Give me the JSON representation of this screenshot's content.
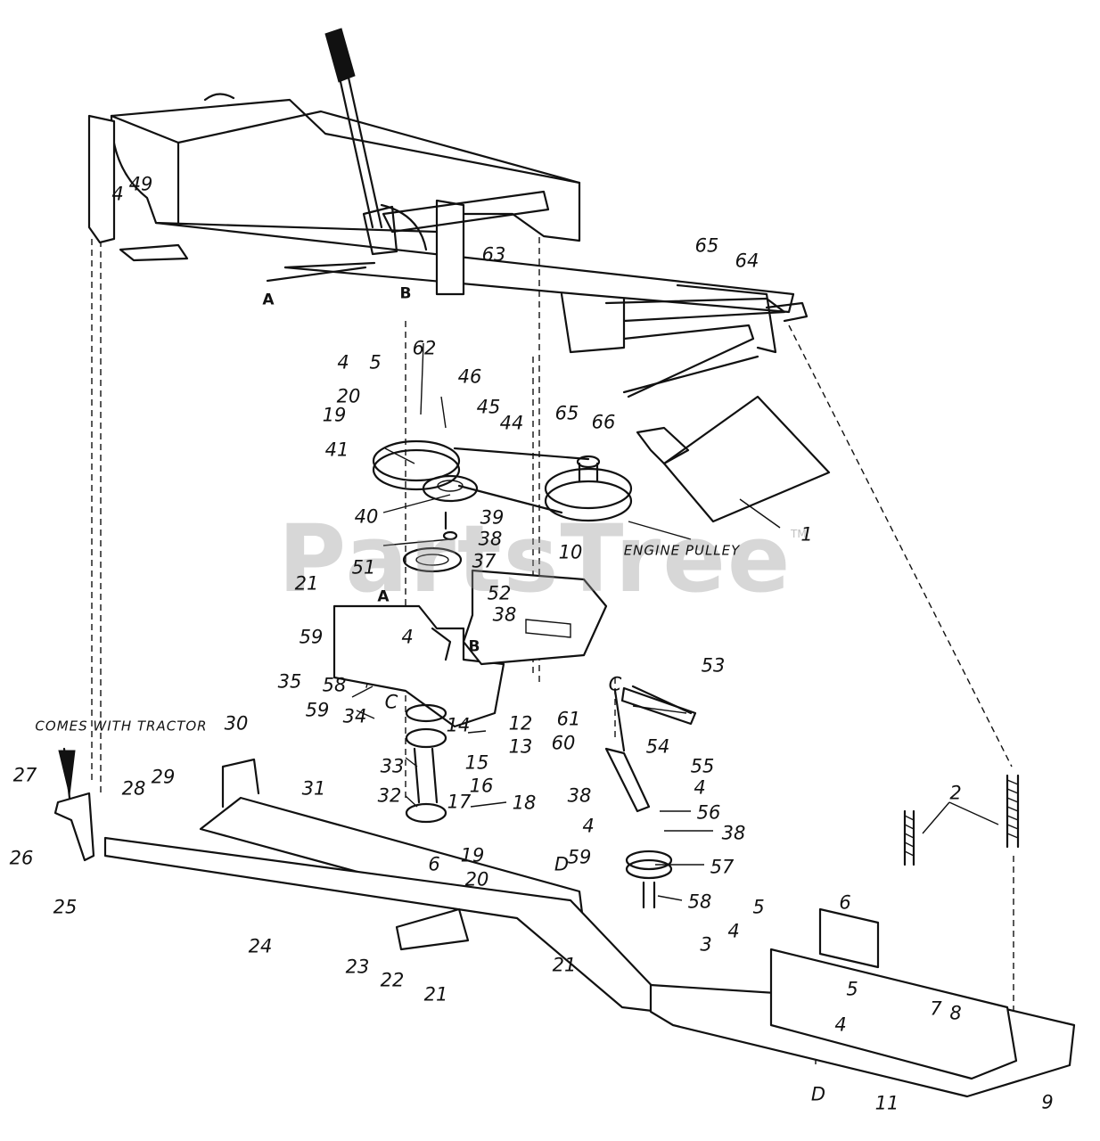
{
  "watermark": {
    "text": "PartsTree",
    "mark": "TM"
  },
  "callouts": {
    "engine_pulley": "ENGINE PULLEY",
    "comes_with_tractor": "COMES WITH TRACTOR"
  },
  "reference_letters": [
    "A",
    "B",
    "C",
    "D"
  ],
  "part_numbers": [
    "1",
    "2",
    "3",
    "4",
    "5",
    "6",
    "7",
    "8",
    "9",
    "10",
    "11",
    "12",
    "13",
    "14",
    "15",
    "16",
    "17",
    "18",
    "19",
    "20",
    "21",
    "22",
    "23",
    "24",
    "25",
    "26",
    "27",
    "28",
    "29",
    "30",
    "31",
    "32",
    "33",
    "34",
    "35",
    "37",
    "38",
    "39",
    "40",
    "41",
    "44",
    "45",
    "46",
    "49",
    "51",
    "52",
    "53",
    "54",
    "55",
    "56",
    "57",
    "58",
    "59",
    "60",
    "61",
    "62",
    "63",
    "64",
    "65",
    "66"
  ]
}
